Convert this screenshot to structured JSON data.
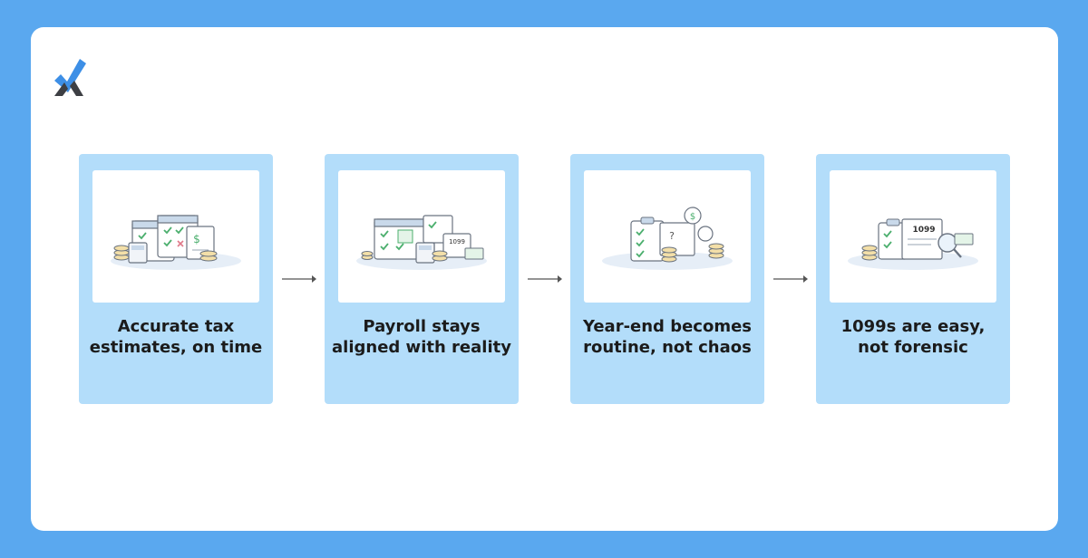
{
  "steps": [
    {
      "caption": "Accurate tax estimates, on time"
    },
    {
      "caption": "Payroll stays aligned with reality"
    },
    {
      "caption": "Year-end becomes routine, not chaos"
    },
    {
      "caption": "1099s are easy, not forensic"
    }
  ],
  "illustration_labels": {
    "form_1099": "1099",
    "dollar": "$",
    "question": "?"
  },
  "icons": [
    "logo-check",
    "calendar",
    "coins",
    "calculator",
    "clipboard",
    "form-1099",
    "magnifier",
    "cash",
    "speech-bubble",
    "arrow-right"
  ],
  "colors": {
    "background": "#5aa8ef",
    "card": "#b3ddfa",
    "accent_green": "#4caf6e",
    "logo_blue": "#3d8fe6",
    "logo_dark": "#3d3f44"
  }
}
